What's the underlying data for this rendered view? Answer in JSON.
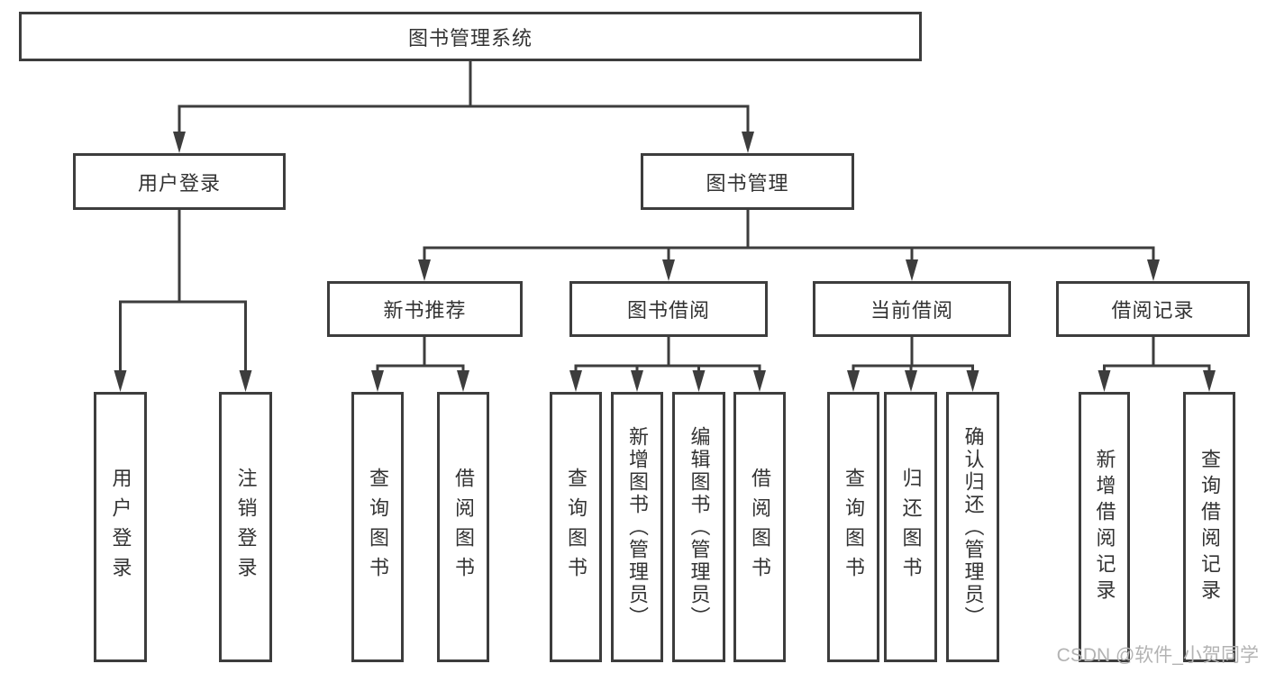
{
  "diagram_title": "图书管理系统",
  "colors": {
    "line": "#3d3d3d",
    "box_border": "#3d3d3d",
    "text": "#333333",
    "watermark": "#b3b3b3",
    "background": "#ffffff"
  },
  "nodes": {
    "root": "图书管理系统",
    "user_login": "用户登录",
    "book_management": "图书管理",
    "new_book_recommend": "新书推荐",
    "book_borrow": "图书借阅",
    "current_borrow": "当前借阅",
    "borrow_records": "借阅记录"
  },
  "leaves": {
    "user_login": "用户登录",
    "logout": "注销登录",
    "nb_query_books": "查询图书",
    "nb_borrow_books": "借阅图书",
    "bb_query_books": "查询图书",
    "bb_add_books": "新增图书（管理员）",
    "bb_edit_books": "编辑图书（管理员）",
    "bb_borrow_books": "借阅图书",
    "cb_query_books": "查询图书",
    "cb_return_books": "归还图书",
    "cb_confirm_return": "确认归还（管理员）",
    "br_add_record": "新增借阅记录",
    "br_query_record": "查询借阅记录"
  },
  "watermark": "CSDN @软件_小贺同学"
}
